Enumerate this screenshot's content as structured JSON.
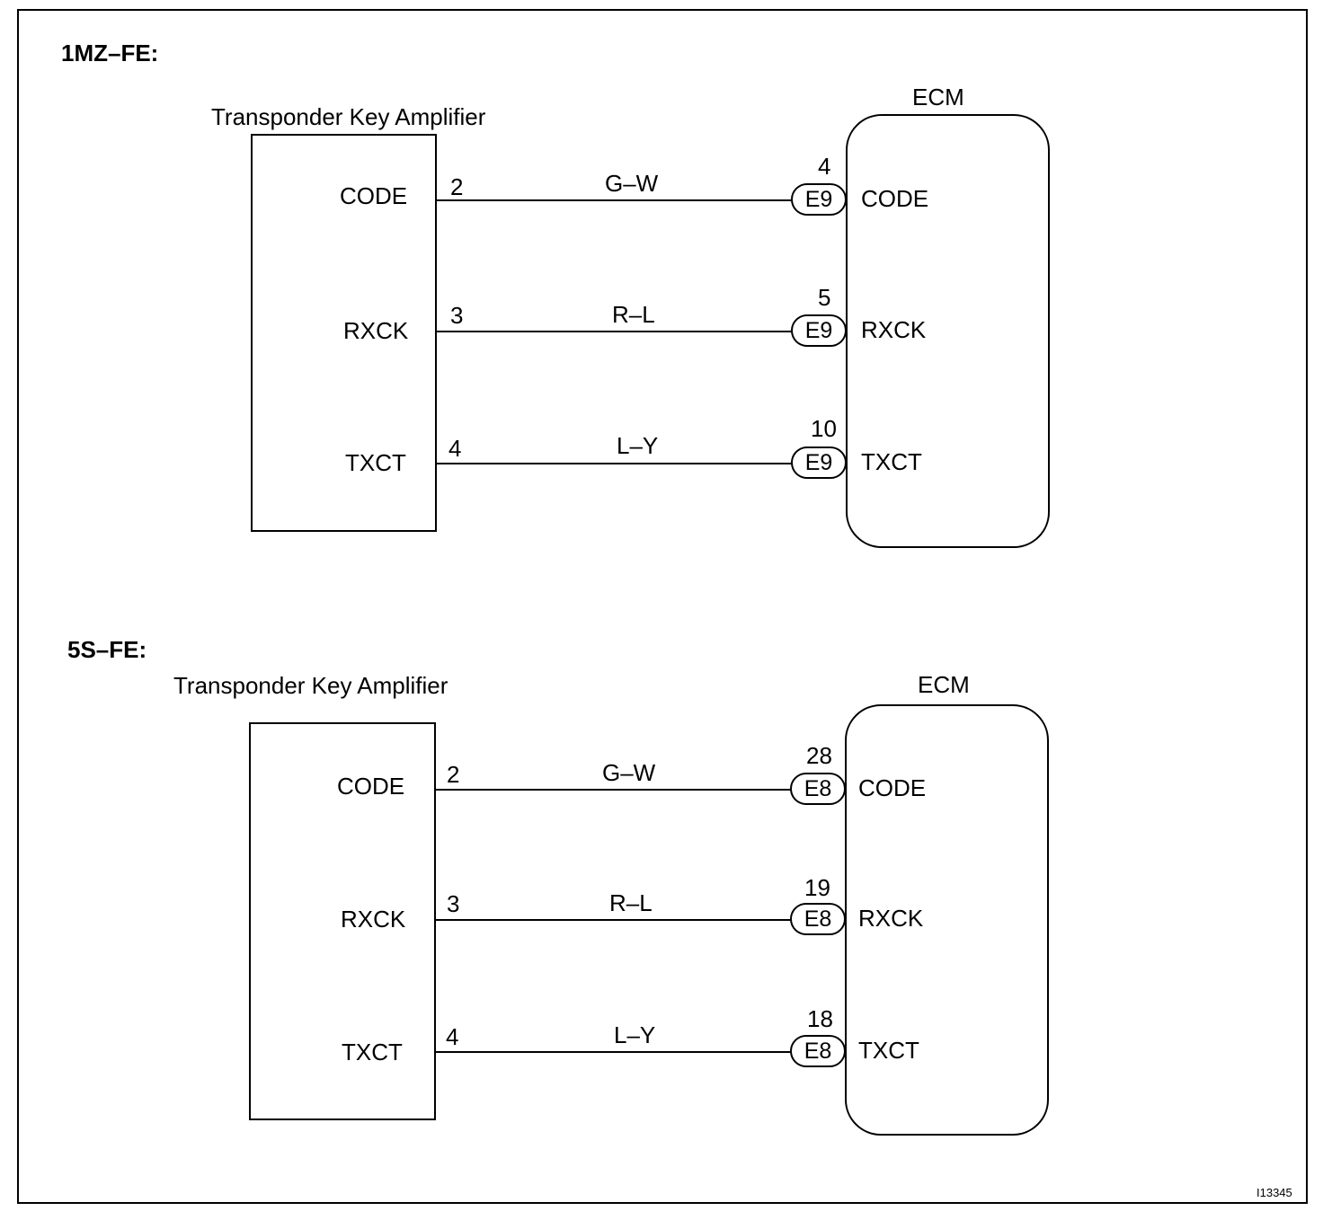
{
  "diagrams": [
    {
      "engine": "1MZ–FE:",
      "left_component": "Transponder Key Amplifier",
      "right_component": "ECM",
      "circuits": [
        {
          "signal": "CODE",
          "amp_pin": "2",
          "wire": "G–W",
          "ecm_pin": "4",
          "connector": "E9"
        },
        {
          "signal": "RXCK",
          "amp_pin": "3",
          "wire": "R–L",
          "ecm_pin": "5",
          "connector": "E9"
        },
        {
          "signal": "TXCT",
          "amp_pin": "4",
          "wire": "L–Y",
          "ecm_pin": "10",
          "connector": "E9"
        }
      ]
    },
    {
      "engine": "5S–FE:",
      "left_component": "Transponder Key Amplifier",
      "right_component": "ECM",
      "circuits": [
        {
          "signal": "CODE",
          "amp_pin": "2",
          "wire": "G–W",
          "ecm_pin": "28",
          "connector": "E8"
        },
        {
          "signal": "RXCK",
          "amp_pin": "3",
          "wire": "R–L",
          "ecm_pin": "19",
          "connector": "E8"
        },
        {
          "signal": "TXCT",
          "amp_pin": "4",
          "wire": "L–Y",
          "ecm_pin": "18",
          "connector": "E8"
        }
      ]
    }
  ],
  "figure_ref": "I13345"
}
